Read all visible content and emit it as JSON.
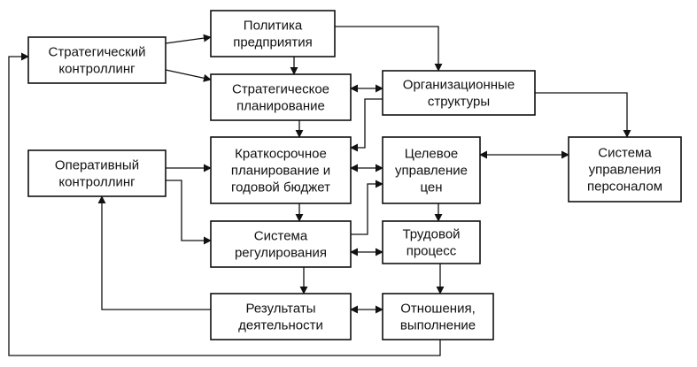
{
  "diagram": {
    "nodes": [
      {
        "id": "politika",
        "lines": [
          "Политика",
          "предприятия"
        ]
      },
      {
        "id": "strat_kontr",
        "lines": [
          "Стратегический",
          "контроллинг"
        ]
      },
      {
        "id": "strat_plan",
        "lines": [
          "Стратегическое",
          "планирование"
        ]
      },
      {
        "id": "org_str",
        "lines": [
          "Организационные",
          "структуры"
        ]
      },
      {
        "id": "oper_kontr",
        "lines": [
          "Оперативный",
          "контроллинг"
        ]
      },
      {
        "id": "kratk_plan",
        "lines": [
          "Краткосрочное",
          "планирование и",
          "годовой бюджет"
        ]
      },
      {
        "id": "tsel_upr",
        "lines": [
          "Целевое",
          "управление",
          "цен"
        ]
      },
      {
        "id": "sist_pers",
        "lines": [
          "Система",
          "управления",
          "персоналом"
        ]
      },
      {
        "id": "sist_reg",
        "lines": [
          "Система",
          "регулирования"
        ]
      },
      {
        "id": "trud_proc",
        "lines": [
          "Трудовой",
          "процесс"
        ]
      },
      {
        "id": "rezult",
        "lines": [
          "Результаты",
          "деятельности"
        ]
      },
      {
        "id": "otnosh",
        "lines": [
          "Отношения,",
          "выполнение"
        ]
      }
    ],
    "edges": [
      {
        "from": "strat_kontr",
        "to": "politika",
        "type": "single"
      },
      {
        "from": "strat_kontr",
        "to": "strat_plan",
        "type": "single"
      },
      {
        "from": "politika",
        "to": "strat_plan",
        "type": "single"
      },
      {
        "from": "politika",
        "to": "org_str",
        "type": "single"
      },
      {
        "from": "strat_plan",
        "to": "org_str",
        "type": "double"
      },
      {
        "from": "strat_plan",
        "to": "kratk_plan",
        "type": "single"
      },
      {
        "from": "org_str",
        "to": "kratk_plan",
        "type": "single"
      },
      {
        "from": "org_str",
        "to": "sist_pers",
        "type": "single"
      },
      {
        "from": "oper_kontr",
        "to": "kratk_plan",
        "type": "single"
      },
      {
        "from": "oper_kontr",
        "to": "sist_reg",
        "type": "single"
      },
      {
        "from": "kratk_plan",
        "to": "tsel_upr",
        "type": "double"
      },
      {
        "from": "kratk_plan",
        "to": "sist_reg",
        "type": "single"
      },
      {
        "from": "tsel_upr",
        "to": "sist_pers",
        "type": "double"
      },
      {
        "from": "tsel_upr",
        "to": "trud_proc",
        "type": "single"
      },
      {
        "from": "sist_reg",
        "to": "tsel_upr",
        "type": "single"
      },
      {
        "from": "sist_reg",
        "to": "trud_proc",
        "type": "double"
      },
      {
        "from": "sist_reg",
        "to": "rezult",
        "type": "single"
      },
      {
        "from": "trud_proc",
        "to": "otnosh",
        "type": "single"
      },
      {
        "from": "rezult",
        "to": "otnosh",
        "type": "double"
      },
      {
        "from": "rezult",
        "to": "oper_kontr",
        "type": "single"
      },
      {
        "from": "otnosh",
        "to": "strat_kontr",
        "type": "single"
      }
    ]
  }
}
